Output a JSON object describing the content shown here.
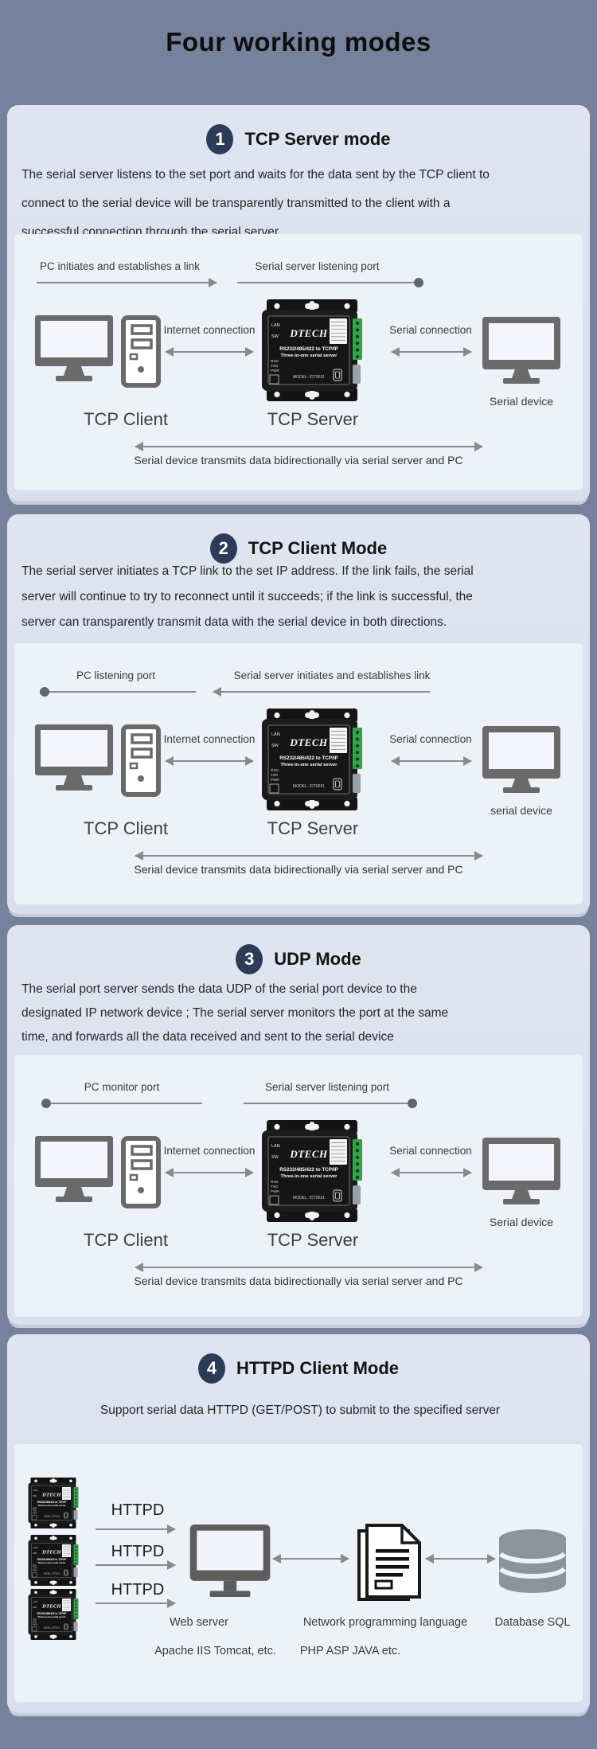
{
  "page": {
    "title": "Four working modes",
    "colors": {
      "background": "#76819b",
      "card": "#dbe1ee",
      "panel": "#edf1f8",
      "badge": "#2c3c58",
      "icon_gray": "#6a6a6a",
      "terminal_green": "#35a14b"
    }
  },
  "device": {
    "brand": "DTECH",
    "line1": "RS232/485/422 to TCP/IP",
    "line2": "Three-in-one serial server",
    "model": "MODEL: IOT9031",
    "lan": "LAN",
    "sw": "SW",
    "led1": "RXD",
    "led2": "TXD",
    "led3": "PWR"
  },
  "sections": [
    {
      "number": "1",
      "title": "TCP Server mode",
      "desc_lines": [
        "The serial server listens to the set port and waits for the data sent by the TCP client to",
        "connect to the serial device will be transparently transmitted to the client with a",
        "successful connection through the serial server"
      ],
      "label_left": "PC initiates and establishes a link",
      "label_right": "Serial server listening port",
      "internet_label": "Internet connection",
      "serial_label": "Serial connection",
      "client_label": "TCP Client",
      "server_label": "TCP Server",
      "device_label": "Serial device",
      "bottom_caption": "Serial device transmits data bidirectionally via serial server and PC"
    },
    {
      "number": "2",
      "title": "TCP Client Mode",
      "desc_lines": [
        "The serial server initiates a TCP link to the set IP address. If the link fails, the serial",
        "server will continue to try to reconnect until it succeeds; if the link is successful, the",
        "server can transparently transmit data with the serial device in both directions."
      ],
      "label_left": "PC listening port",
      "label_right": "Serial server initiates and establishes link",
      "internet_label": "Internet connection",
      "serial_label": "Serial connection",
      "client_label": "TCP Client",
      "server_label": "TCP Server",
      "device_label": "serial device",
      "bottom_caption": "Serial device transmits data bidirectionally via serial server and PC"
    },
    {
      "number": "3",
      "title": "UDP Mode",
      "desc_lines": [
        "The serial port server sends the data UDP of the serial port device to the",
        "designated IP network device ; The serial server monitors the port at the same",
        "time, and forwards all the data received and sent to the serial device"
      ],
      "label_left": "PC monitor port",
      "label_right": "Serial server listening port",
      "internet_label": "Internet connection",
      "serial_label": "Serial connection",
      "client_label": "TCP Client",
      "server_label": "TCP Server",
      "device_label": "Serial device",
      "bottom_caption": "Serial device transmits data bidirectionally via serial server and PC"
    },
    {
      "number": "4",
      "title": "HTTPD Client Mode",
      "desc_lines": [
        "Support serial data HTTPD (GET/POST) to submit to the specified server"
      ],
      "httpd_label": "HTTPD",
      "web_server_label": "Web server",
      "web_server_sub": "Apache IIS Tomcat, etc.",
      "lang_label": "Network programming language",
      "lang_sub": "PHP ASP JAVA etc.",
      "db_label": "Database SQL"
    }
  ]
}
